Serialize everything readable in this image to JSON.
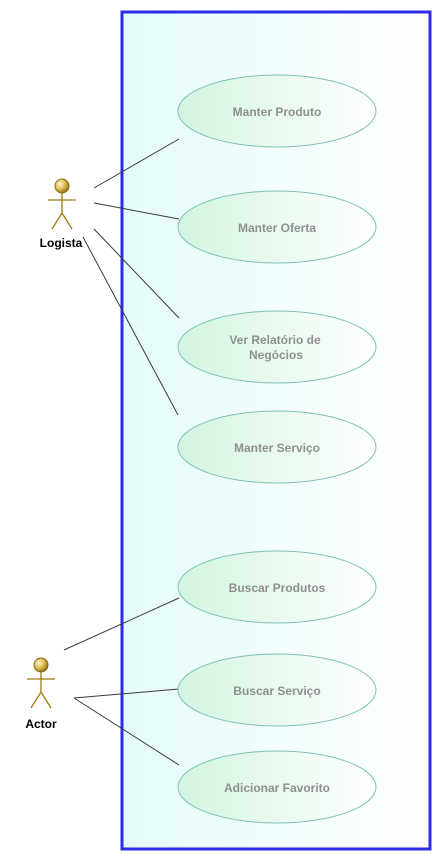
{
  "actors": [
    {
      "id": "logista",
      "label": "Logista"
    },
    {
      "id": "actor",
      "label": "Actor"
    }
  ],
  "use_cases": [
    {
      "id": "manter-produto",
      "lines": [
        "Manter Produto"
      ]
    },
    {
      "id": "manter-oferta",
      "lines": [
        "Manter Oferta"
      ]
    },
    {
      "id": "ver-relatorio",
      "lines": [
        "Ver Relatório de",
        "Negócios"
      ]
    },
    {
      "id": "manter-servico",
      "lines": [
        "Manter Serviço"
      ]
    },
    {
      "id": "buscar-produtos",
      "lines": [
        "Buscar Produtos"
      ]
    },
    {
      "id": "buscar-servico",
      "lines": [
        "Buscar Serviço"
      ]
    },
    {
      "id": "adicionar-favorito",
      "lines": [
        "Adicionar Favorito"
      ]
    }
  ],
  "associations": [
    {
      "from": "logista",
      "to": "manter-produto"
    },
    {
      "from": "logista",
      "to": "manter-oferta"
    },
    {
      "from": "logista",
      "to": "ver-relatorio"
    },
    {
      "from": "logista",
      "to": "manter-servico"
    },
    {
      "from": "actor",
      "to": "buscar-produtos"
    },
    {
      "from": "actor",
      "to": "buscar-servico"
    },
    {
      "from": "actor",
      "to": "adicionar-favorito"
    }
  ],
  "colors": {
    "system_border": "#2b2be8",
    "system_fill_left": "#e4fbfa",
    "system_fill_right": "#ffffff",
    "usecase_fill_left": "#d3f5df",
    "usecase_fill_right": "#ffffff",
    "usecase_border": "#7cc2b4",
    "usecase_text": "#8f8f8f",
    "actor_head": "#c9a83a",
    "actor_body": "#a07a10"
  }
}
